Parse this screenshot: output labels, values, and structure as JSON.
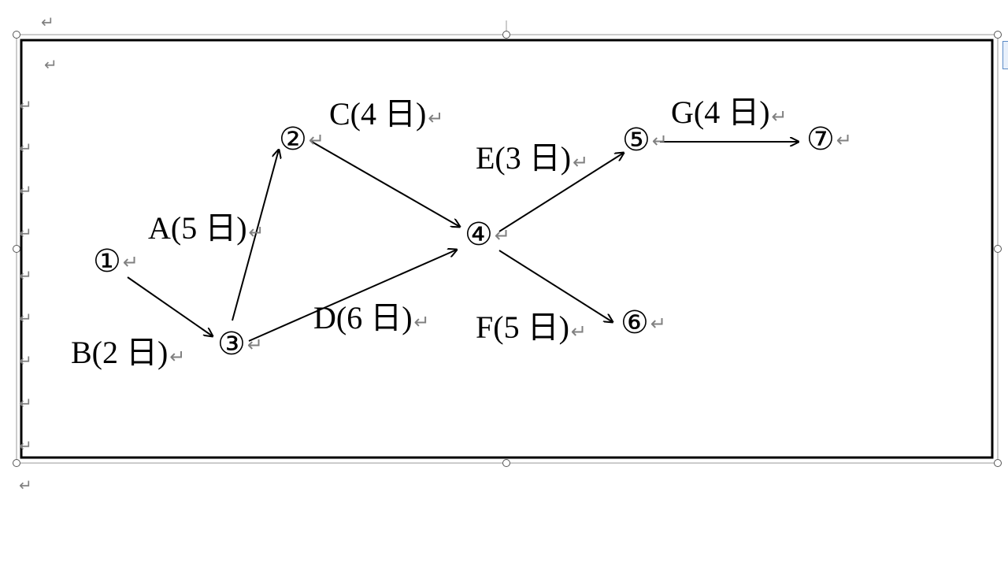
{
  "paragraph_mark": "↵",
  "diagram": {
    "nodes": [
      {
        "id": "n1",
        "label": "①"
      },
      {
        "id": "n2",
        "label": "②"
      },
      {
        "id": "n3",
        "label": "③"
      },
      {
        "id": "n4",
        "label": "④"
      },
      {
        "id": "n5",
        "label": "⑤"
      },
      {
        "id": "n6",
        "label": "⑥"
      },
      {
        "id": "n7",
        "label": "⑦"
      }
    ],
    "edges": [
      {
        "from": "n1",
        "to": "n3",
        "label": "B(2 日)"
      },
      {
        "from": "n3",
        "to": "n2",
        "label": "A(5 日)"
      },
      {
        "from": "n2",
        "to": "n4",
        "label": "C(4 日)"
      },
      {
        "from": "n3",
        "to": "n4",
        "label": "D(6 日)"
      },
      {
        "from": "n4",
        "to": "n5",
        "label": "E(3 日)"
      },
      {
        "from": "n4",
        "to": "n6",
        "label": "F(5 日)"
      },
      {
        "from": "n5",
        "to": "n7",
        "label": "G(4 日)"
      }
    ]
  }
}
